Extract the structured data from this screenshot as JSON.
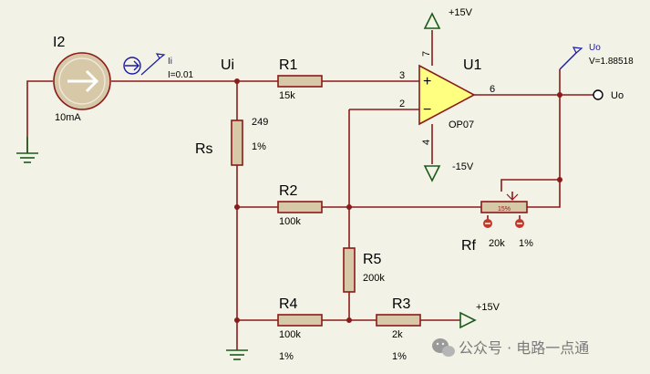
{
  "current_source": {
    "name": "I2",
    "value": "10mA"
  },
  "current_probe": {
    "name": "Ii",
    "reading": "I=0.01"
  },
  "node_ui": "Ui",
  "r1": {
    "name": "R1",
    "value": "15k"
  },
  "rs": {
    "name": "Rs",
    "value": "249",
    "tolerance": "1%"
  },
  "r2": {
    "name": "R2",
    "value": "100k"
  },
  "r5": {
    "name": "R5",
    "value": "200k"
  },
  "r4": {
    "name": "R4",
    "value": "100k",
    "tolerance": "1%"
  },
  "r3": {
    "name": "R3",
    "value": "2k",
    "tolerance": "1%"
  },
  "rf": {
    "name": "Rf",
    "value": "20k",
    "tolerance": "1%",
    "wiper": "15%"
  },
  "opamp": {
    "name": "U1",
    "part": "OP07",
    "pin_plus": "3",
    "pin_minus": "2",
    "pin_out": "6",
    "pin_vpos": "7",
    "pin_vneg": "4",
    "sign_plus": "+",
    "sign_minus": "−"
  },
  "supply_top": "+15V",
  "supply_bottom": "-15V",
  "supply_right": "+15V",
  "voltage_probe": {
    "name": "Uo",
    "reading": "V=1.88518"
  },
  "output_terminal": "Uo",
  "watermark": "公众号 · 电路一点通",
  "colors": {
    "wire": "#8b1a1a",
    "ground": "#1a5a1a",
    "resistor_fill": "#d7c8a8",
    "opamp_fill": "#ffff80",
    "probe": "#1a1aa8",
    "background": "#f2f2e6"
  }
}
